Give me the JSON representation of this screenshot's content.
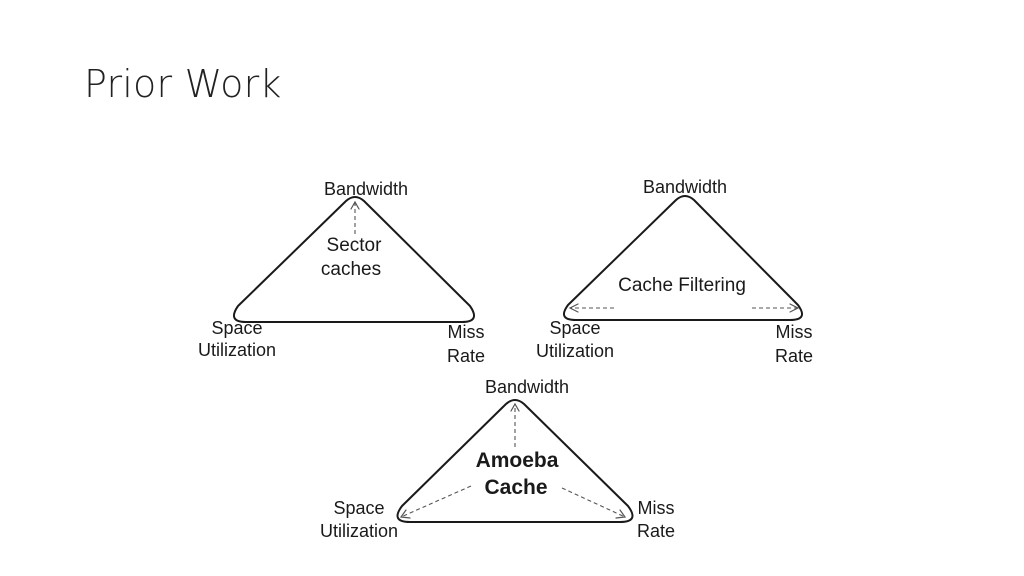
{
  "slide": {
    "title": "Prior Work"
  },
  "diagrams": {
    "sector": {
      "top_label": "Bandwidth",
      "center_line1": "Sector",
      "center_line2": "caches",
      "left_line1": "Space",
      "left_line2": "Utilization",
      "right_line1": "Miss",
      "right_line2": "Rate"
    },
    "filtering": {
      "top_label": "Bandwidth",
      "center_label": "Cache Filtering",
      "left_line1": "Space",
      "left_line2": "Utilization",
      "right_line1": "Miss",
      "right_line2": "Rate"
    },
    "amoeba": {
      "top_label": "Bandwidth",
      "center_line1": "Amoeba",
      "center_line2": "Cache",
      "left_line1": "Space",
      "left_line2": "Utilization",
      "right_line1": "Miss",
      "right_line2": "Rate"
    }
  }
}
